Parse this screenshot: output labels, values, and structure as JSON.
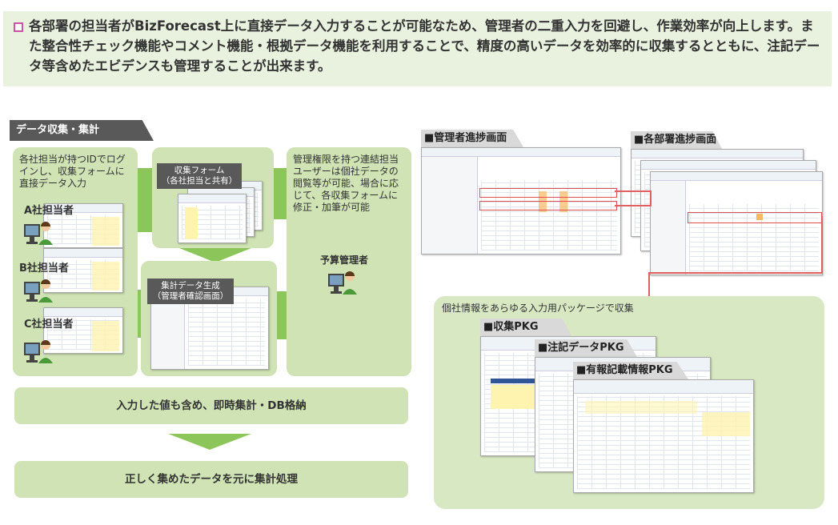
{
  "header": {
    "text": "各部署の担当者がBizForecast上に直接データ入力することが可能なため、管理者の二重入力を回避し、作業効率が向上します。また整合性チェック機能やコメント機能・根拠データ機能を利用することで、精度の高いデータを効率的に収集するとともに、注記データ等含めたエビデンスも管理することが出来ます。"
  },
  "section": {
    "title": "データ収集・集計"
  },
  "left_box": {
    "desc": "各社担当が持つIDでログインし、収集フォームに直接データ入力",
    "users": [
      "A社担当者",
      "B社担当者",
      "C社担当者"
    ]
  },
  "form_box": {
    "label": "収集フォーム\n（各社担当と共有）"
  },
  "aggregate_box": {
    "label": "集計データ生成\n（管理者確認画面）"
  },
  "admin_box": {
    "desc": "管理権限を持つ連結担当ユーザーは個社データの閲覧等が可能、場合に応じて、各収集フォームに修正・加筆が可能",
    "user": "予算管理者"
  },
  "bar1": {
    "text": "入力した値も含め、即時集計・DB格納"
  },
  "bar2": {
    "text": "正しく集めたデータを元に集計処理"
  },
  "screens": {
    "admin_progress": "■管理者進捗画面",
    "dept_progress": "■各部署進捗画面"
  },
  "packages": {
    "title": "個社情報をあらゆる入力用パッケージで収集",
    "items": [
      "■収集PKG",
      "■注記データPKG",
      "■有報記載情報PKG"
    ]
  },
  "colors": {
    "accent_green": "#8cc65a",
    "box_green": "#cfe3b4",
    "banner": "#e9f1df",
    "tab": "#595959",
    "highlight_red": "#e06060",
    "bullet": "#d44fa6"
  },
  "icons": [
    "person-at-computer-icon",
    "spreadsheet-screenshot"
  ]
}
